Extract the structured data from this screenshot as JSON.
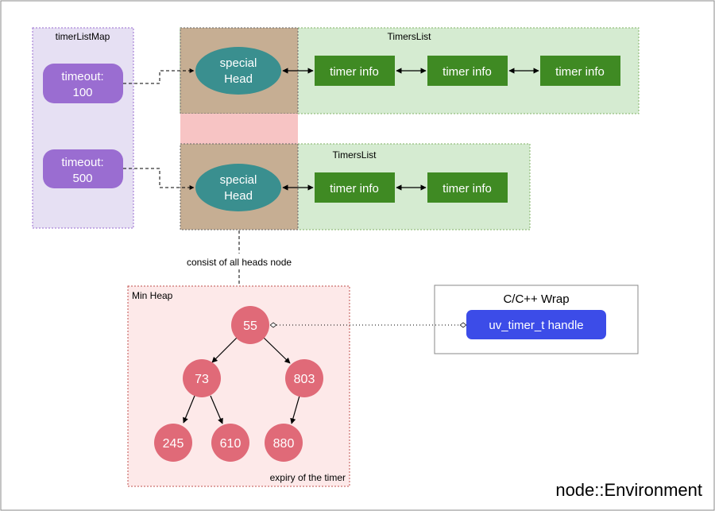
{
  "environment": {
    "label": "node::Environment"
  },
  "timer_list_map": {
    "title": "timerListMap",
    "items": [
      {
        "label_line1": "timeout:",
        "label_line2": "100"
      },
      {
        "label_line1": "timeout:",
        "label_line2": "500"
      }
    ]
  },
  "timers_lists": [
    {
      "title": "TimersList",
      "head": {
        "line1": "special",
        "line2": "Head"
      },
      "nodes": [
        "timer info",
        "timer info",
        "timer info"
      ]
    },
    {
      "title": "TimersList",
      "head": {
        "line1": "special",
        "line2": "Head"
      },
      "nodes": [
        "timer info",
        "timer info"
      ]
    }
  ],
  "heads_note": "consist of all heads node",
  "min_heap": {
    "title": "Min Heap",
    "footer": "expiry of the timer",
    "nodes": [
      "55",
      "73",
      "803",
      "245",
      "610",
      "880"
    ]
  },
  "wrap": {
    "title": "C/C++ Wrap",
    "handle_label": "uv_timer_t handle"
  },
  "colors": {
    "map_bg": "#e6e0f3",
    "pill": "#9a6dd1",
    "list_bg": "#d5ebd1",
    "head_bg": "#c6ae93",
    "pink_bg": "#f7c4c4",
    "head_ellipse": "#3a8f8f",
    "timer_node": "#3f8a23",
    "heap_bg": "#fde9e9",
    "heap_node": "#e06a78",
    "handle": "#3c4ce8"
  }
}
